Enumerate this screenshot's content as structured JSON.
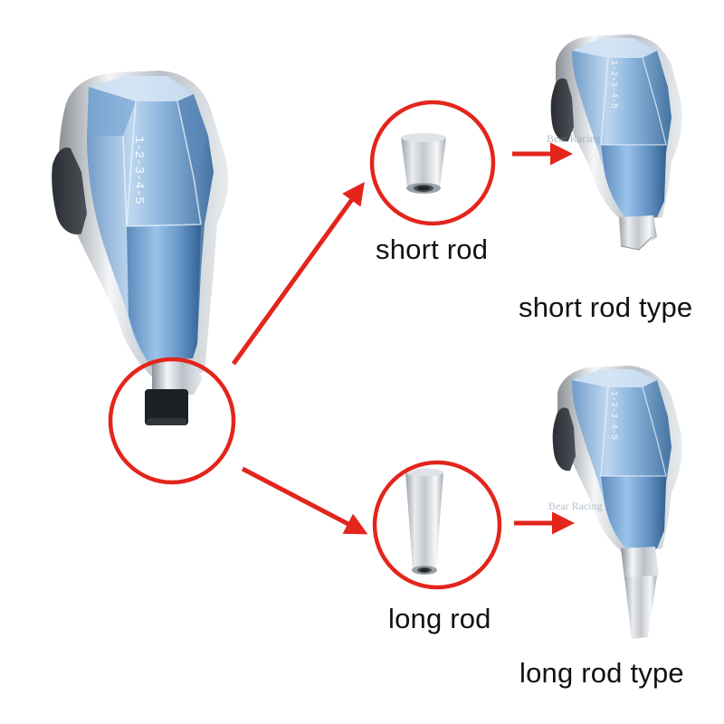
{
  "labels": {
    "short_rod": "short rod",
    "short_rod_type": "short rod type",
    "long_rod": "long rod",
    "long_rod_type": "long rod type"
  },
  "knob_engraving": {
    "main": "1-2-3-4-5",
    "small": "1-2-3-4-5"
  },
  "watermark": "Bear Racing",
  "colors": {
    "highlight_circle": "#e3251c",
    "arrow": "#e3251c",
    "crystal_blue": "#8fb7e0",
    "chrome": "#c9ced4",
    "background": "#ffffff"
  }
}
